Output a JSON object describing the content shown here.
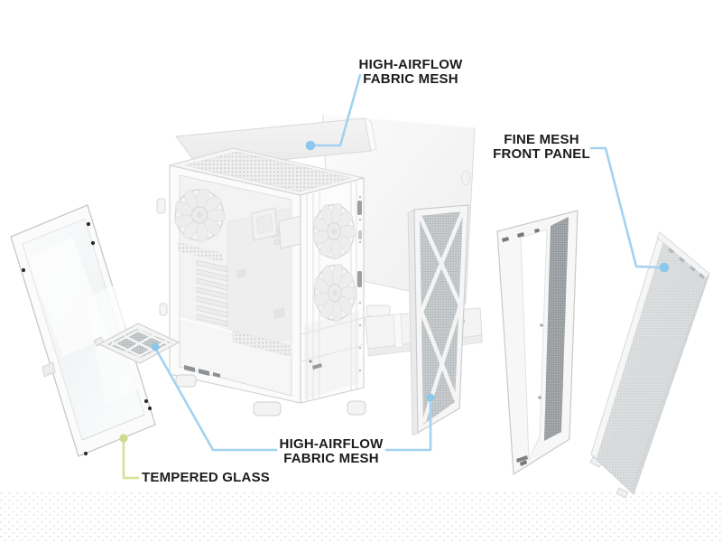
{
  "meta": {
    "alt": "Exploded view diagram of a white mid-tower PC case with callout labels"
  },
  "labels": {
    "top_mesh": {
      "line1": "HIGH-AIRFLOW",
      "line2": "FABRIC MESH"
    },
    "front_panel": {
      "line1": "FINE MESH",
      "line2": "FRONT PANEL"
    },
    "bottom_mesh": {
      "line1": "HIGH-AIRFLOW",
      "line2": "FABRIC MESH"
    },
    "glass": {
      "text": "TEMPERED GLASS"
    }
  },
  "colors": {
    "background": "#ffffff",
    "label_text": "#1c1c1c",
    "leader_blue": "#a3d2f0",
    "leader_dot_blue": "#8cc7ec",
    "leader_green": "#d5e29a",
    "leader_dot_green": "#cbdc8f",
    "mesh_gray": "#c9cdcf",
    "panel_white": "#f7f7f7"
  }
}
